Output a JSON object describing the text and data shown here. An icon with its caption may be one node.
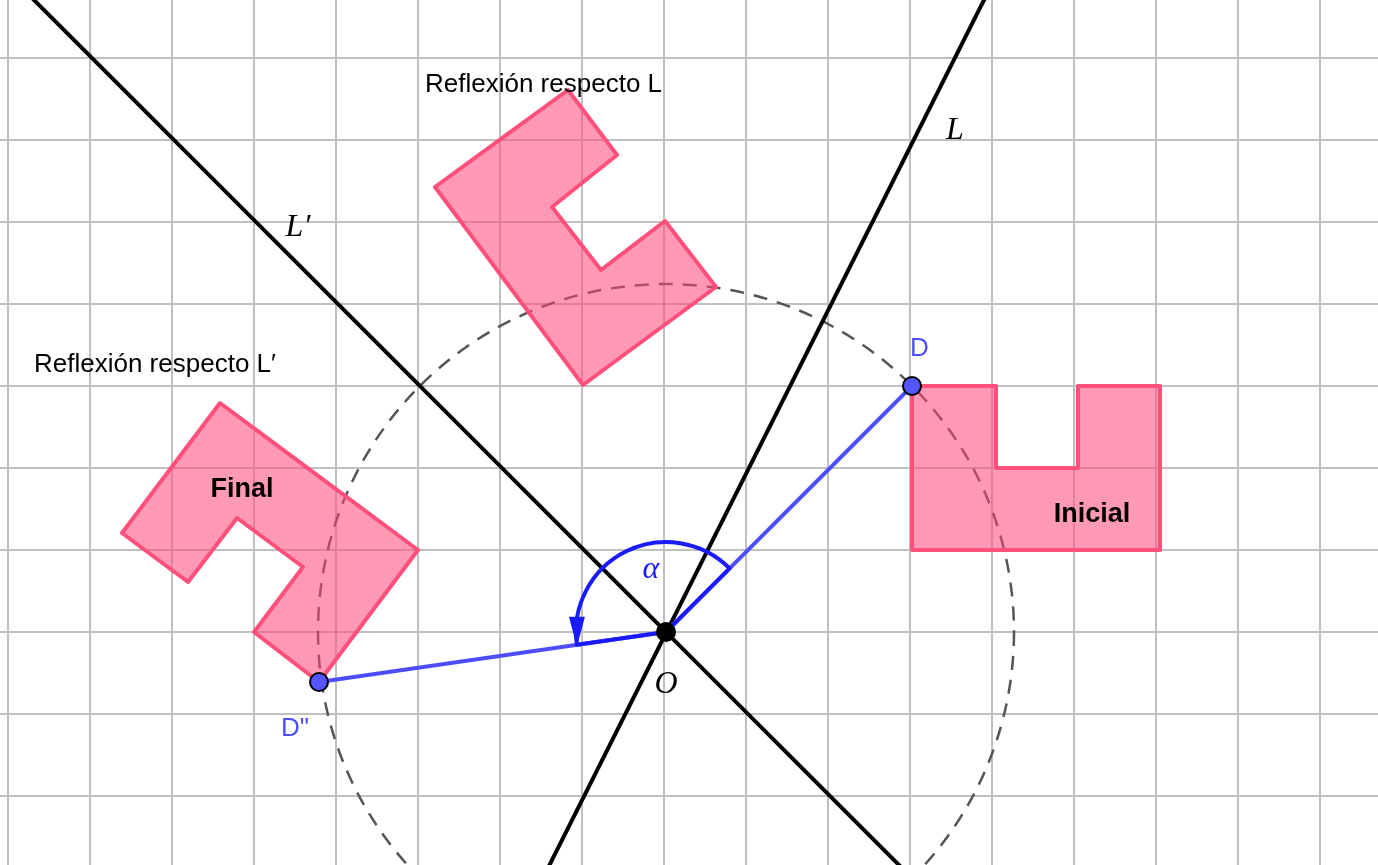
{
  "diagram": {
    "nodes": [
      {
        "text": [
          "Inicial"
        ]
      },
      {
        "text": [],
        "shape": "polygon",
        "beside": [
          "Reflexión respecto L"
        ]
      },
      {
        "text": [
          "Final"
        ],
        "beside": [
          "Reflexión respecto L′"
        ]
      },
      {
        "text": [],
        "shape": "circle",
        "beside": [
          "D"
        ]
      },
      {
        "text": [],
        "shape": "circle",
        "beside": [
          "O"
        ]
      },
      {
        "text": [],
        "shape": "circle",
        "beside": [
          "D\""
        ]
      }
    ],
    "edges": [
      {
        "from": 4,
        "to": 3,
        "arrow": "none"
      },
      {
        "from": 4,
        "to": 5,
        "arrow": "none"
      }
    ],
    "labels": [
      "L",
      "L′",
      "α"
    ]
  }
}
